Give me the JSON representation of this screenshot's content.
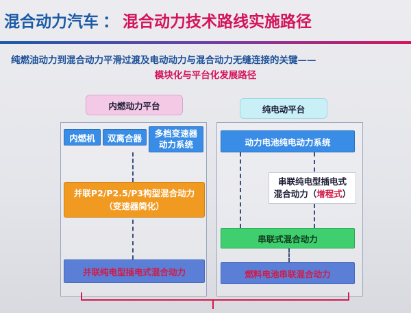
{
  "title": {
    "part1": "混合动力汽车",
    "sep": "：",
    "part2": "混合动力技术路线实施路径"
  },
  "subtitle": {
    "line1": "纯燃油动力到混合动力平滑过渡及电动动力与混合动力无缝连接的关键——",
    "line2": "模块化与平台化发展路径"
  },
  "left": {
    "platform": "内燃动力平台",
    "components": [
      "内燃机",
      "双离合器",
      "多档变速器\n动力系统"
    ],
    "parallel_box": {
      "line1": "并联P2/P2.5/P3构型混合动力",
      "line2": "（变速器简化）"
    },
    "bottom": "并联纯电型插电式混合动力"
  },
  "right": {
    "platform": "纯电动平台",
    "system": "动力电池纯电动力系统",
    "range": {
      "line1": "串联纯电型插电式",
      "line2a": "混合动力（",
      "line2b": "增程式",
      "line2c": "）"
    },
    "series": "串联式混合动力",
    "bottom": "燃料电池串联混合动力"
  },
  "colors": {
    "title_blue": "#1b5aa6",
    "accent_red": "#d4145a",
    "box_blue": "#3a8de6",
    "orange": "#f19a22",
    "green": "#3fcf6f",
    "pink": "#f4c9e6",
    "cyan": "#c9f0f7"
  }
}
